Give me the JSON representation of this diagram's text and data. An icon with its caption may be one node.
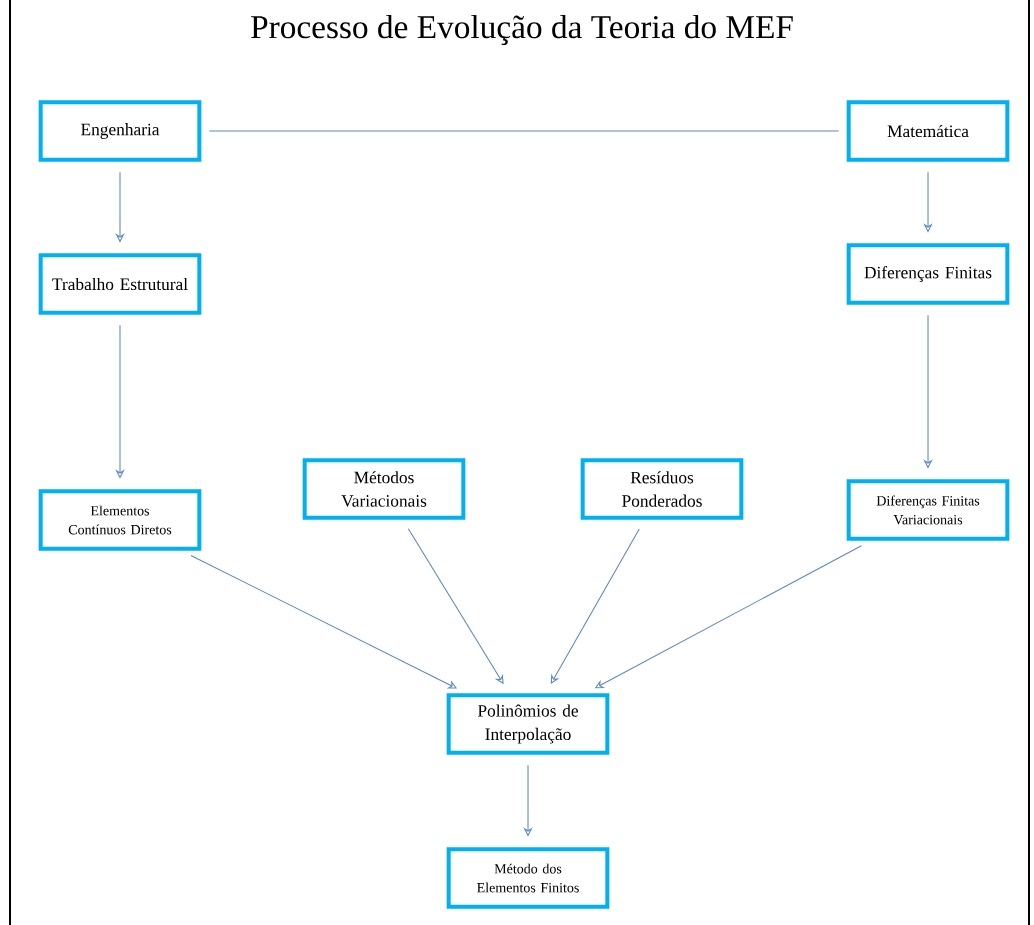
{
  "diagram": {
    "title": "Processo de Evolução da Teoria do MEF",
    "nodes": [
      {
        "text": [
          "Engenharia"
        ]
      },
      {
        "text": [
          "Matemática"
        ]
      },
      {
        "text": [
          "Trabalho Estrutural"
        ]
      },
      {
        "text": [
          "Diferenças Finitas"
        ]
      },
      {
        "text": [
          "Elementos Contínuos Diretos"
        ]
      },
      {
        "text": [
          "Métodos Variacionais"
        ]
      },
      {
        "text": [
          "Resíduos Ponderados"
        ]
      },
      {
        "text": [
          "Diferenças Finitas Variacionais"
        ]
      },
      {
        "text": [
          "Polinômios de Interpolação"
        ]
      },
      {
        "text": [
          "Método dos Elementos Finitos"
        ]
      }
    ],
    "edges": [
      {
        "from": 0,
        "to": 1,
        "arrow": "none"
      },
      {
        "from": 0,
        "to": 2,
        "arrow": "to"
      },
      {
        "from": 2,
        "to": 4,
        "arrow": "to"
      },
      {
        "from": 1,
        "to": 3,
        "arrow": "to"
      },
      {
        "from": 3,
        "to": 7,
        "arrow": "to"
      },
      {
        "from": 4,
        "to": 8,
        "arrow": "to"
      },
      {
        "from": 5,
        "to": 8,
        "arrow": "to"
      },
      {
        "from": 6,
        "to": 8,
        "arrow": "to"
      },
      {
        "from": 7,
        "to": 8,
        "arrow": "to"
      },
      {
        "from": 8,
        "to": 9,
        "arrow": "to"
      }
    ]
  }
}
